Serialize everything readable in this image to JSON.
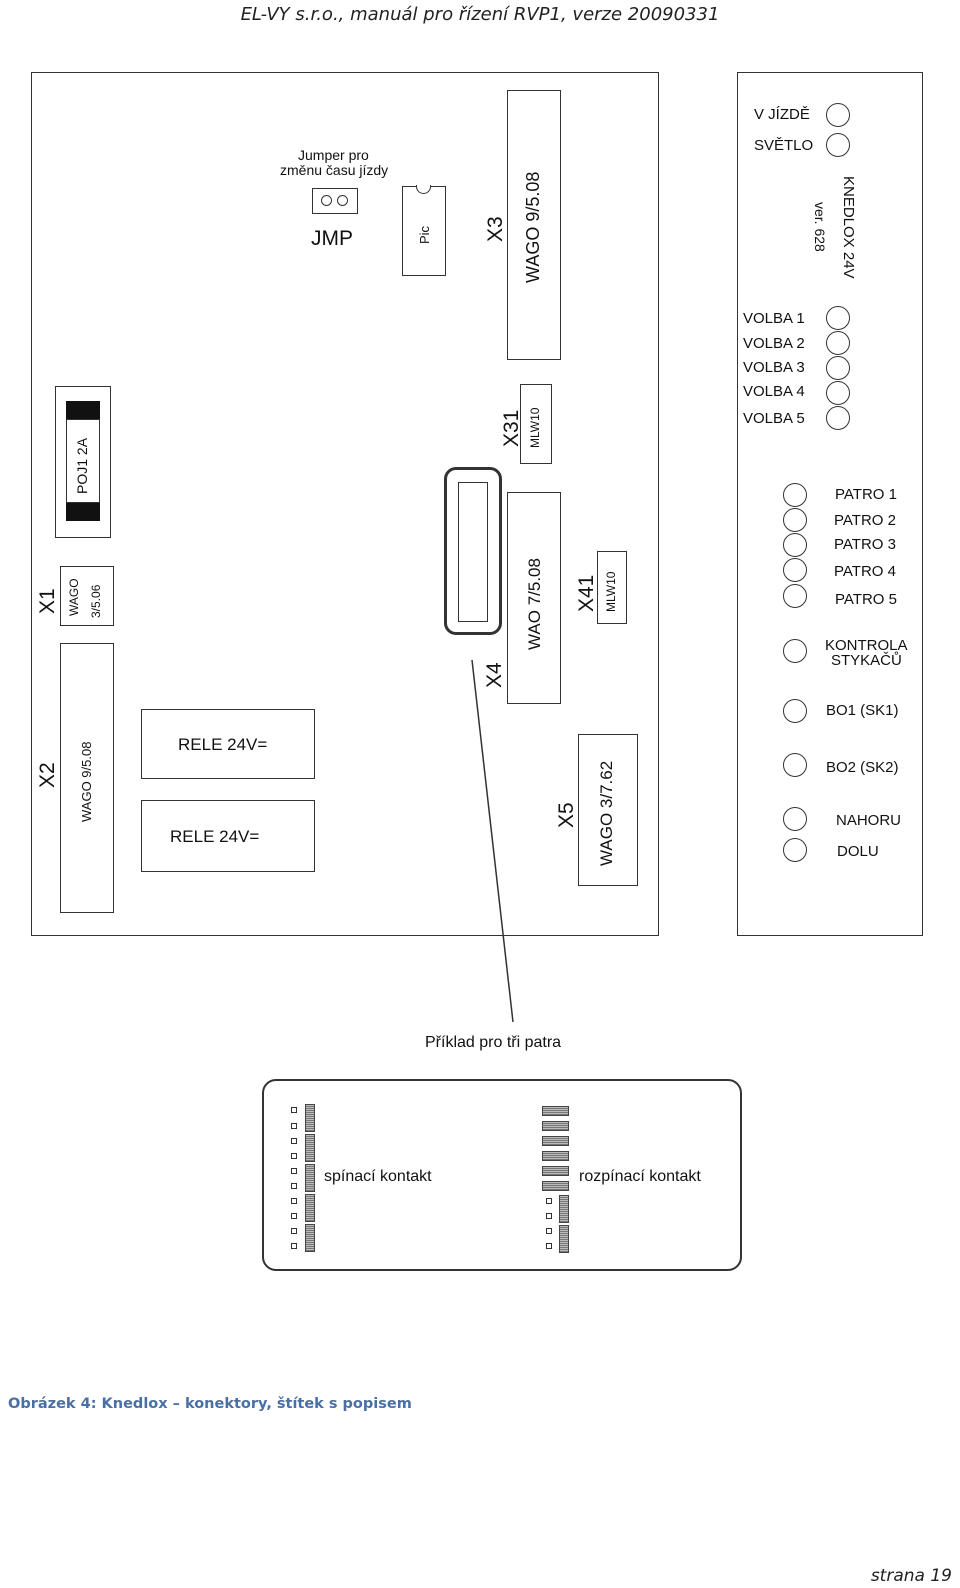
{
  "header": "EL-VY s.r.o., manuál pro řízení RVP1, verze 20090331",
  "board": {
    "jumper_note_line1": "Jumper pro",
    "jumper_note_line2": "změnu času jízdy",
    "jmp": "JMP",
    "pic": "Pic",
    "x3": "X3",
    "x3_type": "WAGO 9/5.08",
    "x31": "X31",
    "x31_type": "MLW10",
    "fuse": "POJ1 2A",
    "x1": "X1",
    "x1_type_line1": "WAGO",
    "x1_type_line2": "3/5.06",
    "x2": "X2",
    "x2_type": "WAGO 9/5.08",
    "relay1": "RELE 24V=",
    "relay2": "RELE 24V=",
    "x4": "X4",
    "x4_type": "WAO 7/5.08",
    "x41": "X41",
    "x41_type": "MLW10",
    "x5": "X5",
    "x5_type": "WAGO 3/7.62"
  },
  "panel": {
    "v_jizde": "V JÍZDĚ",
    "svetlo": "SVĚTLO",
    "brand": "KNEDLOX 24V",
    "version": "ver. 628",
    "volba": [
      "VOLBA 1",
      "VOLBA 2",
      "VOLBA 3",
      "VOLBA 4",
      "VOLBA 5"
    ],
    "patro": [
      "PATRO 1",
      "PATRO 2",
      "PATRO 3",
      "PATRO 4",
      "PATRO 5"
    ],
    "kontrola_line1": "KONTROLA",
    "kontrola_line2": "STYKAČŮ",
    "bo1": "BO1 (SK1)",
    "bo2": "BO2 (SK2)",
    "nahoru": "NAHORU",
    "dolu": "DOLU"
  },
  "example": {
    "title": "Příklad pro tři patra",
    "spinaci": "spínací kontakt",
    "rozpinaci": "rozpínací kontakt"
  },
  "caption": "Obrázek 4: Knedlox – konektory, štítek s popisem",
  "page": "strana 19"
}
